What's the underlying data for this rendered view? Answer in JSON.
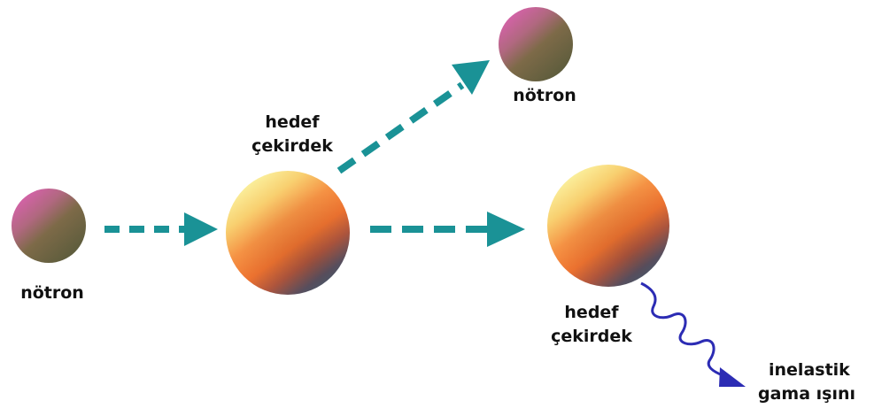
{
  "labels": {
    "incoming_neutron": "nötron",
    "outgoing_neutron": "nötron",
    "target_nucleus": [
      "hedef",
      "çekirdek"
    ],
    "excited_nucleus": [
      "hedef",
      "çekirdek"
    ],
    "gamma_ray": [
      "inelastik",
      "gama ışını"
    ]
  },
  "colors": {
    "arrow": "#1a9296",
    "gamma_wave": "#2c2cb4",
    "neutron_pink": "#d562a9",
    "neutron_olive": "#6f6b3a",
    "nucleus_yellow": "#f9e584",
    "nucleus_orange": "#f27a2c",
    "nucleus_slate": "#4b5a6f"
  }
}
